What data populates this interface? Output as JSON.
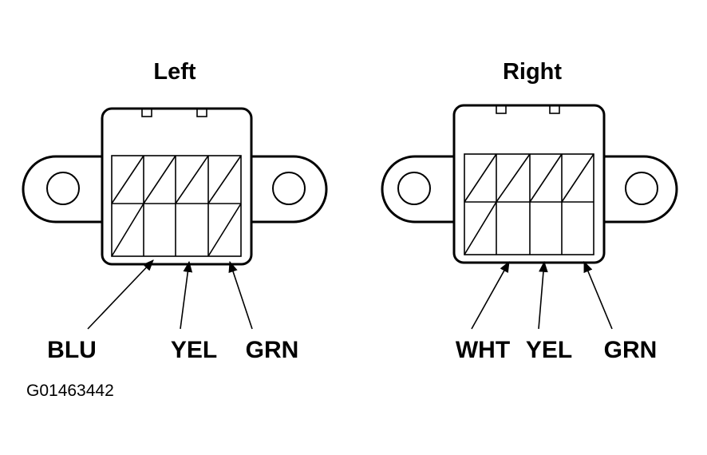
{
  "connectors": [
    {
      "title": "Left",
      "labels": [
        "BLU",
        "YEL",
        "GRN"
      ]
    },
    {
      "title": "Right",
      "labels": [
        "WHT",
        "YEL",
        "GRN"
      ]
    }
  ],
  "figure_code": "G01463442"
}
